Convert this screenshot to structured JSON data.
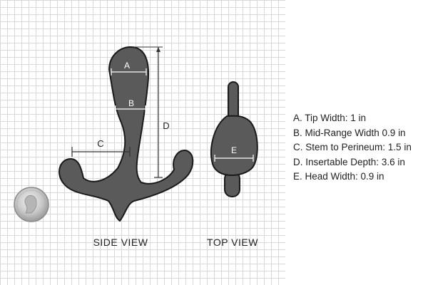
{
  "colors": {
    "product_fill": "#5a5a5a",
    "product_stroke": "#1a1a1a",
    "grid_line": "#d9d9d9",
    "dimension_line": "#ffffff",
    "dimension_line_dark": "#333333"
  },
  "views": {
    "side_label": "SIDE VIEW",
    "top_label": "TOP VIEW"
  },
  "dimension_markers": {
    "a": "A",
    "b": "B",
    "c": "C",
    "d": "D",
    "e": "E"
  },
  "legend": [
    "A. Tip Width: 1 in",
    "B. Mid-Range Width 0.9 in",
    "C. Stem to Perineum: 1.5 in",
    "D. Insertable Depth: 3.6 in",
    "E. Head Width: 0.9 in"
  ],
  "scale_reference": {
    "icon": "coin-quarter-icon"
  }
}
